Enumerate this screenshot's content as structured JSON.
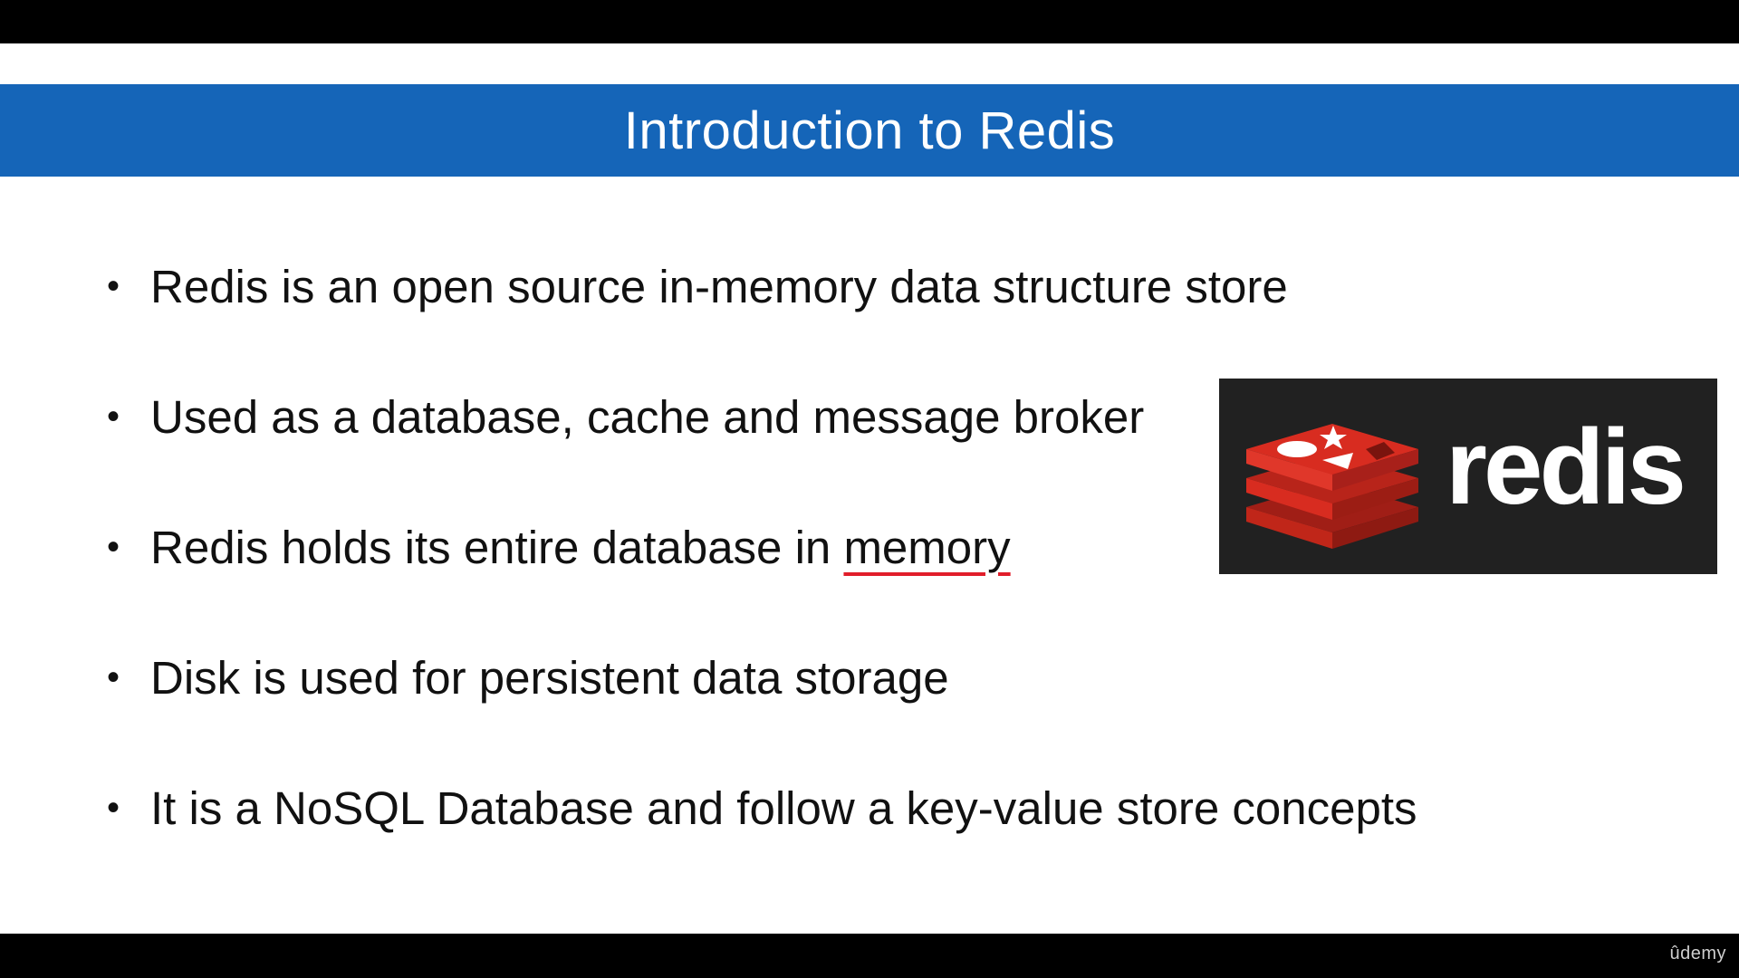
{
  "slide": {
    "title": "Introduction to Redis",
    "bullets": [
      {
        "text": "Redis is an open source in-memory data structure store"
      },
      {
        "text": "Used as a database, cache and message broker"
      },
      {
        "text_before": "Redis holds its entire database in ",
        "text_highlight": "memory"
      },
      {
        "text": "Disk is used for persistent data storage"
      },
      {
        "text": "It is a NoSQL Database and follow a key-value store concepts"
      }
    ],
    "bullet_glyph": "•",
    "logo": {
      "word": "redis",
      "icon": "redis-cube-icon"
    }
  },
  "watermark": "ûdemy",
  "colors": {
    "title_bar": "#1565b8",
    "underline": "#e11d2a",
    "logo_bg": "#212121",
    "logo_red": "#d82c20"
  }
}
